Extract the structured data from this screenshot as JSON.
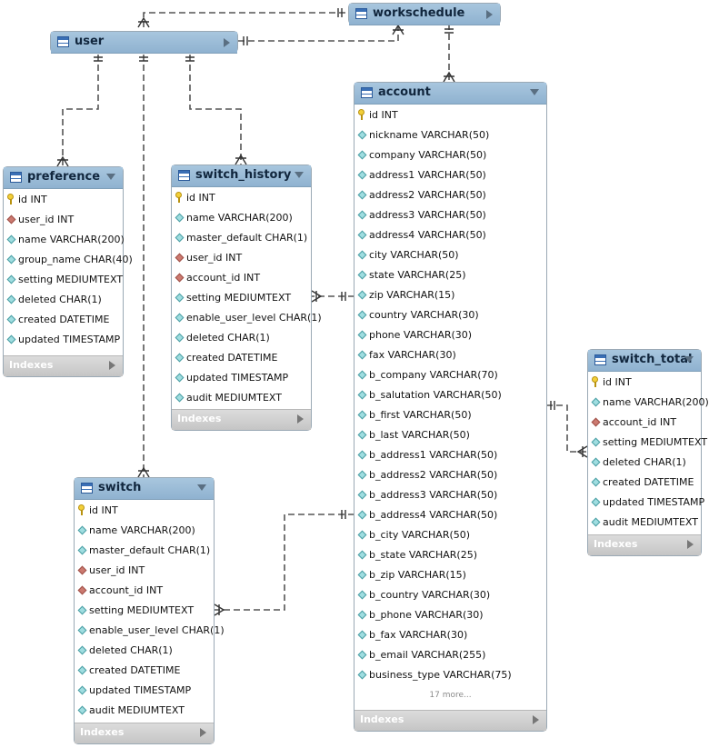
{
  "tables": {
    "workschedule": {
      "name": "workschedule"
    },
    "user": {
      "name": "user"
    },
    "account": {
      "name": "account",
      "columns": [
        {
          "text": "id INT",
          "kind": "pk"
        },
        {
          "text": "nickname VARCHAR(50)",
          "kind": "col"
        },
        {
          "text": "company VARCHAR(50)",
          "kind": "col"
        },
        {
          "text": "address1 VARCHAR(50)",
          "kind": "col"
        },
        {
          "text": "address2 VARCHAR(50)",
          "kind": "col"
        },
        {
          "text": "address3 VARCHAR(50)",
          "kind": "col"
        },
        {
          "text": "address4 VARCHAR(50)",
          "kind": "col"
        },
        {
          "text": "city VARCHAR(50)",
          "kind": "col"
        },
        {
          "text": "state VARCHAR(25)",
          "kind": "col"
        },
        {
          "text": "zip VARCHAR(15)",
          "kind": "col"
        },
        {
          "text": "country VARCHAR(30)",
          "kind": "col"
        },
        {
          "text": "phone VARCHAR(30)",
          "kind": "col"
        },
        {
          "text": "fax VARCHAR(30)",
          "kind": "col"
        },
        {
          "text": "b_company VARCHAR(70)",
          "kind": "col"
        },
        {
          "text": "b_salutation VARCHAR(50)",
          "kind": "col"
        },
        {
          "text": "b_first VARCHAR(50)",
          "kind": "col"
        },
        {
          "text": "b_last VARCHAR(50)",
          "kind": "col"
        },
        {
          "text": "b_address1 VARCHAR(50)",
          "kind": "col"
        },
        {
          "text": "b_address2 VARCHAR(50)",
          "kind": "col"
        },
        {
          "text": "b_address3 VARCHAR(50)",
          "kind": "col"
        },
        {
          "text": "b_address4 VARCHAR(50)",
          "kind": "col"
        },
        {
          "text": "b_city VARCHAR(50)",
          "kind": "col"
        },
        {
          "text": "b_state VARCHAR(25)",
          "kind": "col"
        },
        {
          "text": "b_zip VARCHAR(15)",
          "kind": "col"
        },
        {
          "text": "b_country VARCHAR(30)",
          "kind": "col"
        },
        {
          "text": "b_phone VARCHAR(30)",
          "kind": "col"
        },
        {
          "text": "b_fax VARCHAR(30)",
          "kind": "col"
        },
        {
          "text": "b_email VARCHAR(255)",
          "kind": "col"
        },
        {
          "text": "business_type VARCHAR(75)",
          "kind": "col"
        }
      ],
      "more": "17 more...",
      "indexes": "Indexes"
    },
    "preference": {
      "name": "preference",
      "columns": [
        {
          "text": "id INT",
          "kind": "pk"
        },
        {
          "text": "user_id INT",
          "kind": "fk"
        },
        {
          "text": "name VARCHAR(200)",
          "kind": "col"
        },
        {
          "text": "group_name CHAR(40)",
          "kind": "col"
        },
        {
          "text": "setting MEDIUMTEXT",
          "kind": "col"
        },
        {
          "text": "deleted CHAR(1)",
          "kind": "col"
        },
        {
          "text": "created DATETIME",
          "kind": "col"
        },
        {
          "text": "updated TIMESTAMP",
          "kind": "col"
        }
      ],
      "indexes": "Indexes"
    },
    "switch_history": {
      "name": "switch_history",
      "columns": [
        {
          "text": "id INT",
          "kind": "pk"
        },
        {
          "text": "name VARCHAR(200)",
          "kind": "col"
        },
        {
          "text": "master_default CHAR(1)",
          "kind": "col"
        },
        {
          "text": "user_id INT",
          "kind": "fk"
        },
        {
          "text": "account_id INT",
          "kind": "fk"
        },
        {
          "text": "setting MEDIUMTEXT",
          "kind": "col"
        },
        {
          "text": "enable_user_level CHAR(1)",
          "kind": "col"
        },
        {
          "text": "deleted CHAR(1)",
          "kind": "col"
        },
        {
          "text": "created DATETIME",
          "kind": "col"
        },
        {
          "text": "updated TIMESTAMP",
          "kind": "col"
        },
        {
          "text": "audit MEDIUMTEXT",
          "kind": "col"
        }
      ],
      "indexes": "Indexes"
    },
    "switch": {
      "name": "switch",
      "columns": [
        {
          "text": "id INT",
          "kind": "pk"
        },
        {
          "text": "name VARCHAR(200)",
          "kind": "col"
        },
        {
          "text": "master_default CHAR(1)",
          "kind": "col"
        },
        {
          "text": "user_id INT",
          "kind": "fk"
        },
        {
          "text": "account_id INT",
          "kind": "fk"
        },
        {
          "text": "setting MEDIUMTEXT",
          "kind": "col"
        },
        {
          "text": "enable_user_level CHAR(1)",
          "kind": "col"
        },
        {
          "text": "deleted CHAR(1)",
          "kind": "col"
        },
        {
          "text": "created DATETIME",
          "kind": "col"
        },
        {
          "text": "updated TIMESTAMP",
          "kind": "col"
        },
        {
          "text": "audit MEDIUMTEXT",
          "kind": "col"
        }
      ],
      "indexes": "Indexes"
    },
    "switch_total": {
      "name": "switch_total",
      "columns": [
        {
          "text": "id INT",
          "kind": "pk"
        },
        {
          "text": "name VARCHAR(200)",
          "kind": "col"
        },
        {
          "text": "account_id INT",
          "kind": "fk"
        },
        {
          "text": "setting MEDIUMTEXT",
          "kind": "col"
        },
        {
          "text": "deleted CHAR(1)",
          "kind": "col"
        },
        {
          "text": "created DATETIME",
          "kind": "col"
        },
        {
          "text": "updated TIMESTAMP",
          "kind": "col"
        },
        {
          "text": "audit MEDIUMTEXT",
          "kind": "col"
        }
      ],
      "indexes": "Indexes"
    }
  },
  "colors": {
    "header": "#98bcd9",
    "line": "#555555",
    "foreign_key": "#cc7a70",
    "column": "#9fdde0",
    "primary_key": "#f2cf3a"
  },
  "icons": {
    "table": "table-icon",
    "primary_key": "key-icon",
    "foreign_key": "foreign-key-diamond-icon",
    "column": "column-diamond-icon",
    "expand": "triangle-icon"
  }
}
